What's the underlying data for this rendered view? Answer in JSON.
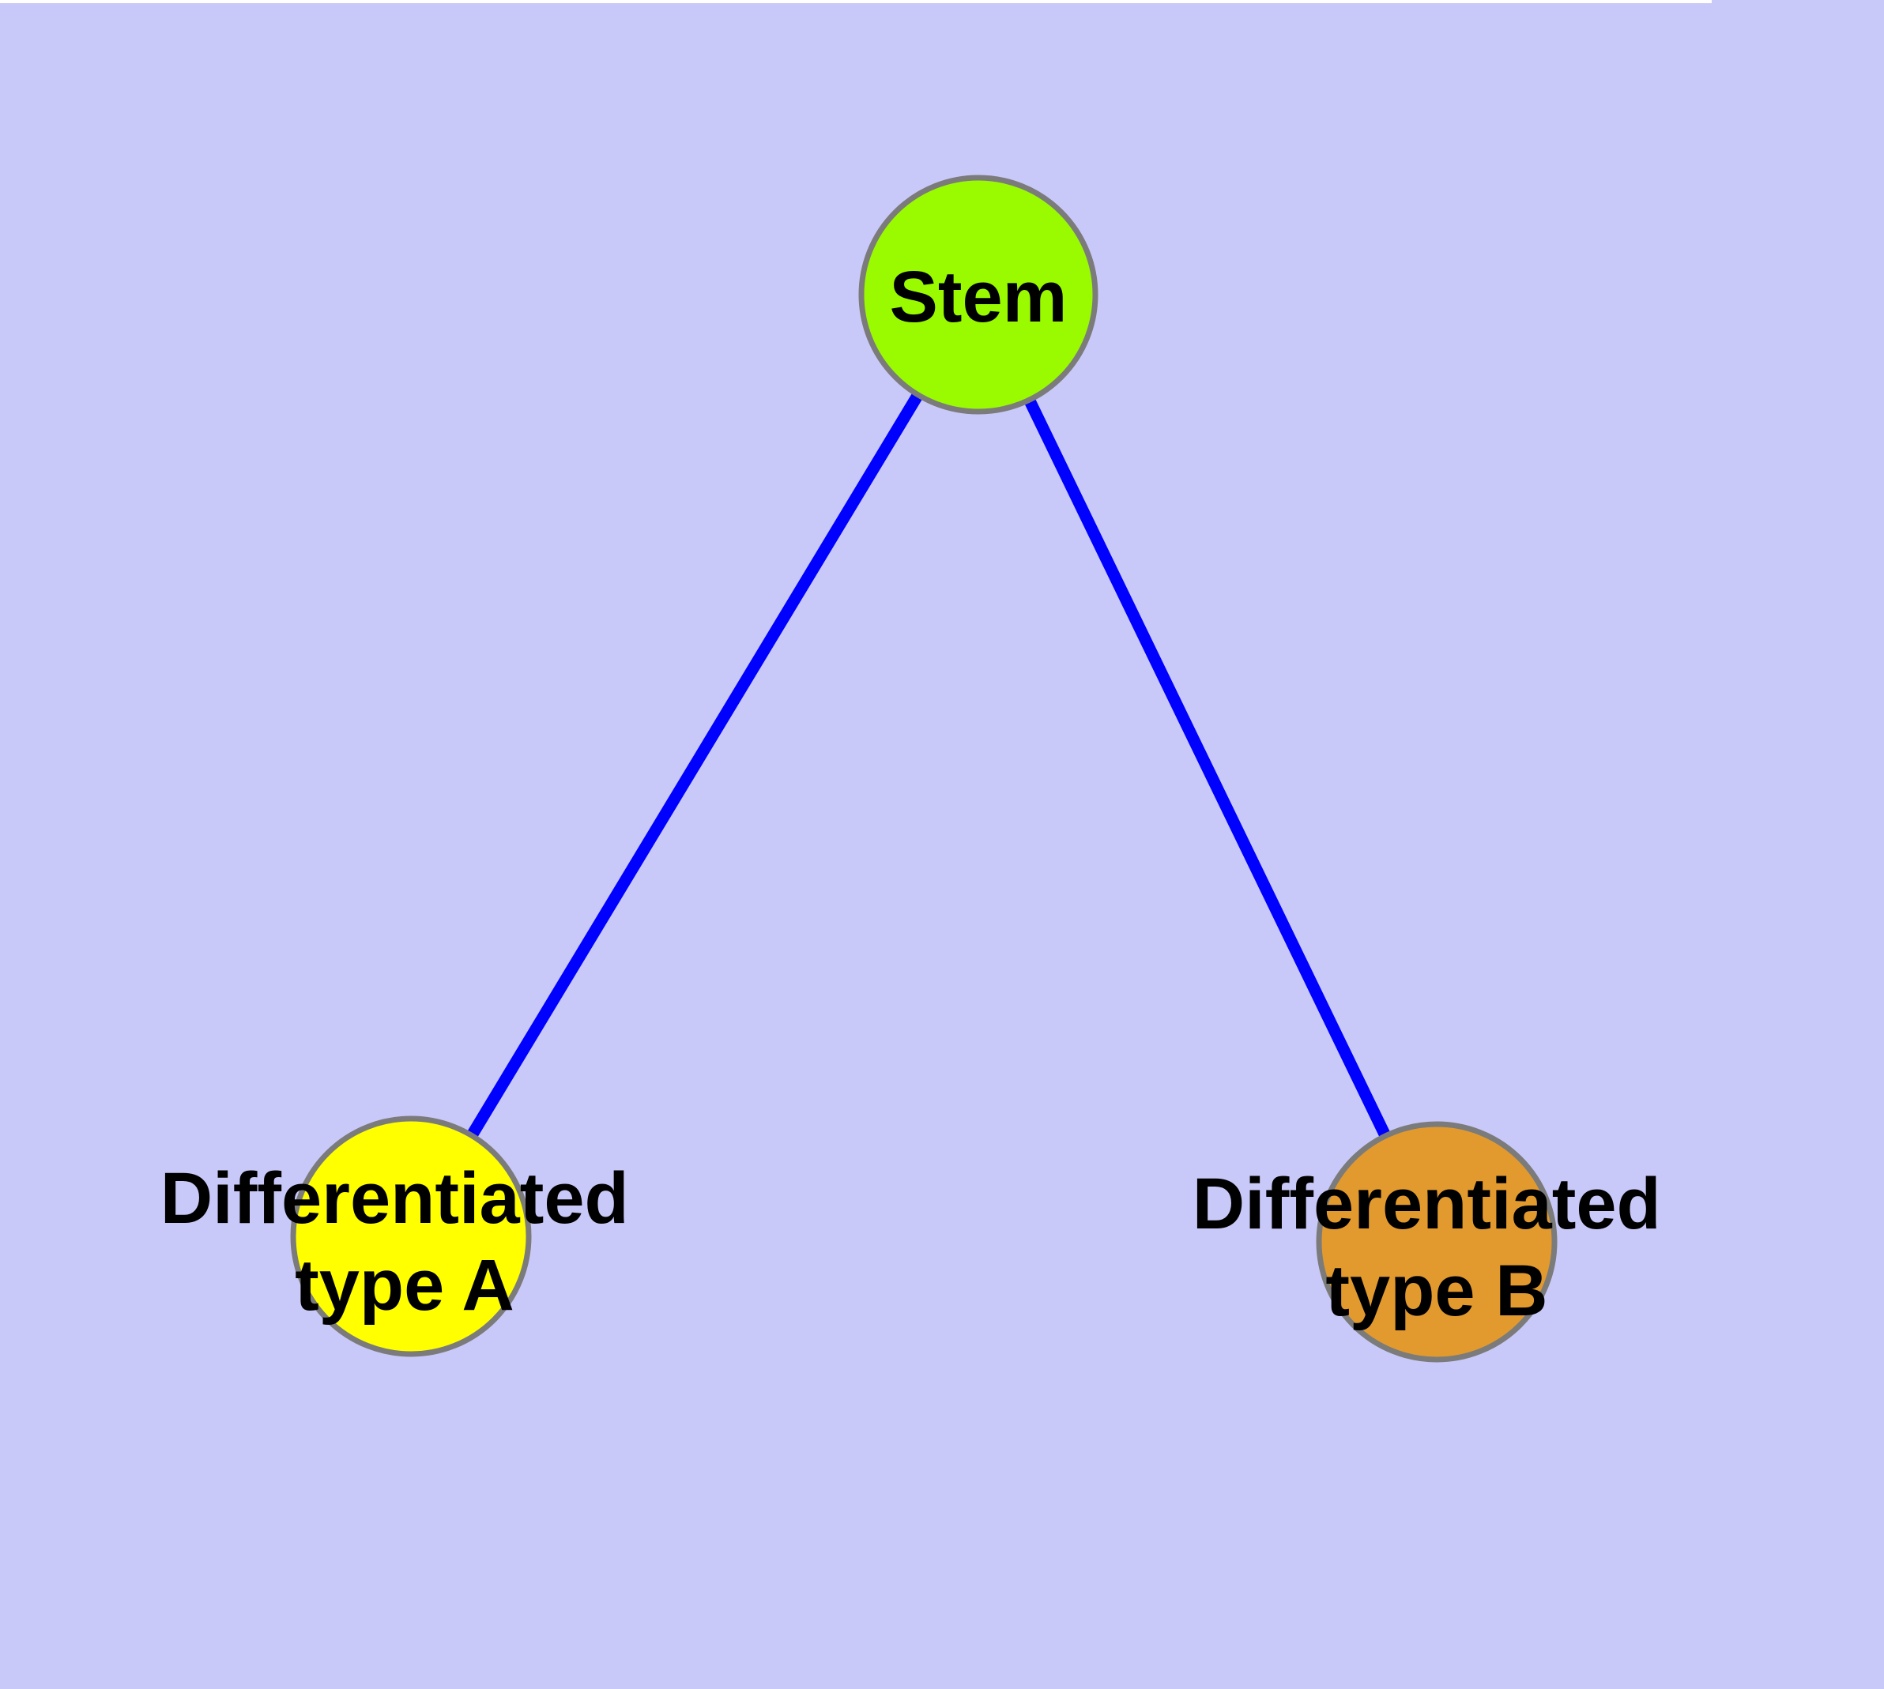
{
  "canvas": {
    "background_color": "#C9C9F9",
    "node_border_color": "#7B7B7B",
    "label_color": "#000000",
    "top_strip_color": "#FFFFFF"
  },
  "edges": {
    "color": "#0000FF",
    "items": [
      {
        "from": "Stem",
        "to": "Differentiated type A"
      },
      {
        "from": "Stem",
        "to": "Differentiated type B"
      }
    ]
  },
  "nodes": [
    {
      "id": "stem",
      "label": "Stem",
      "fill": "#9AFB00"
    },
    {
      "id": "differentiated-type-a",
      "label_line1": "Differentiated",
      "label_line2": "type A",
      "fill": "#FFFF00"
    },
    {
      "id": "differentiated-type-b",
      "label_line1": "Differentiated",
      "label_line2": "type B",
      "fill": "#E29A2E"
    }
  ]
}
